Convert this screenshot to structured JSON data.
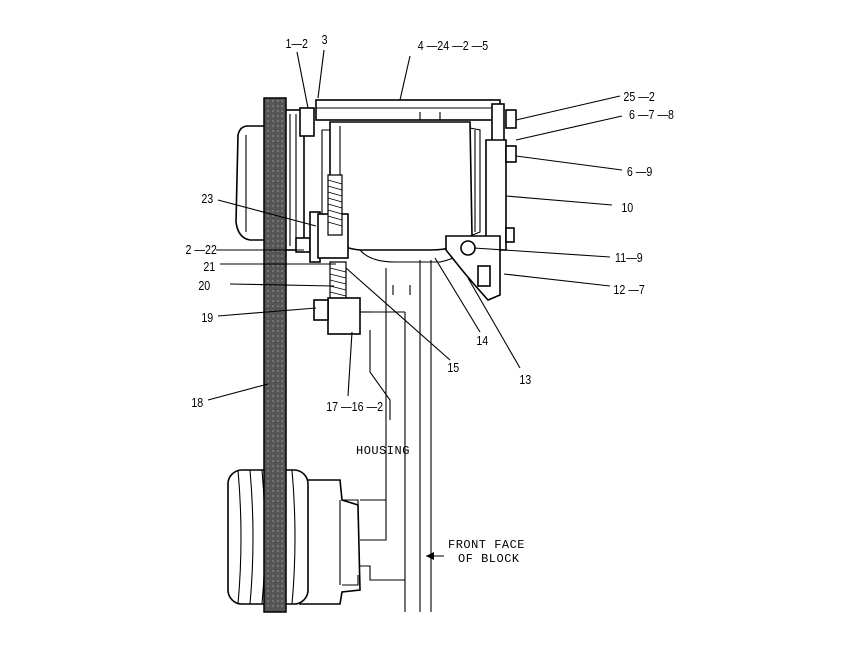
{
  "callouts": [
    {
      "id": "c1",
      "text": "1—2"
    },
    {
      "id": "c2",
      "text": "3"
    },
    {
      "id": "c3",
      "text": "4 —24 —2 —5"
    },
    {
      "id": "c4",
      "text": "25 —2"
    },
    {
      "id": "c5",
      "text": "6 —7 —8"
    },
    {
      "id": "c6",
      "text": "6 —9"
    },
    {
      "id": "c7",
      "text": "10"
    },
    {
      "id": "c8",
      "text": "11—9"
    },
    {
      "id": "c9",
      "text": "12 —7"
    },
    {
      "id": "c10",
      "text": "13"
    },
    {
      "id": "c11",
      "text": "14"
    },
    {
      "id": "c12",
      "text": "15"
    },
    {
      "id": "c13",
      "text": "17 —16 —2"
    },
    {
      "id": "c14",
      "text": "18"
    },
    {
      "id": "c15",
      "text": "19"
    },
    {
      "id": "c16",
      "text": "20"
    },
    {
      "id": "c17",
      "text": "21"
    },
    {
      "id": "c18",
      "text": "2 —22"
    },
    {
      "id": "c19",
      "text": "23"
    }
  ],
  "notes": {
    "housing": "HOUSING",
    "front_face_1": "FRONT FACE",
    "front_face_2": "OF BLOCK"
  }
}
